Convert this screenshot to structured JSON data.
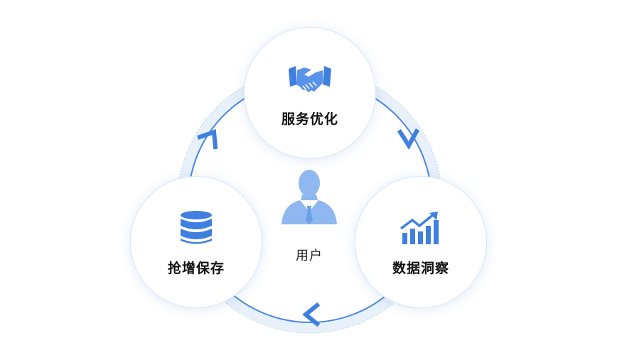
{
  "diagram": {
    "center": {
      "label": "用户",
      "icon": "user-icon"
    },
    "nodes": [
      {
        "key": "top",
        "label": "服务优化",
        "icon": "handshake-icon"
      },
      {
        "key": "right",
        "label": "数据洞察",
        "icon": "growth-chart-icon"
      },
      {
        "key": "left",
        "label": "抢增保存",
        "icon": "database-icon"
      }
    ],
    "colors": {
      "accent": "#3f7fe0",
      "ring": "#e3edf9",
      "ring_line": "#4a86e2"
    }
  }
}
